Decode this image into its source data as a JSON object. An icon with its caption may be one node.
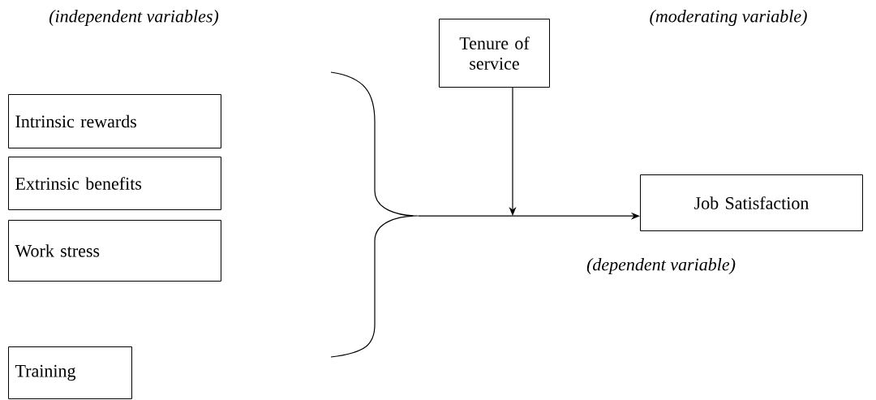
{
  "diagram": {
    "nodes": [
      {
        "text": [
          "Intrinsic rewards"
        ]
      },
      {
        "text": [
          "Extrinsic benefits"
        ]
      },
      {
        "text": [
          "Work stress"
        ]
      },
      {
        "text": [
          "Training"
        ]
      },
      {
        "text": [
          "Tenure of service"
        ]
      },
      {
        "text": [
          "Job Satisfaction"
        ]
      },
      {
        "text": [],
        "shape": "brace"
      }
    ],
    "edges": [
      {
        "from": 6,
        "to": 5,
        "arrow": "to"
      },
      {
        "from": 4,
        "to": null,
        "arrow": "to"
      }
    ],
    "labels": [
      "(independent variables)",
      "(moderating variable)",
      "(dependent variable)"
    ]
  }
}
